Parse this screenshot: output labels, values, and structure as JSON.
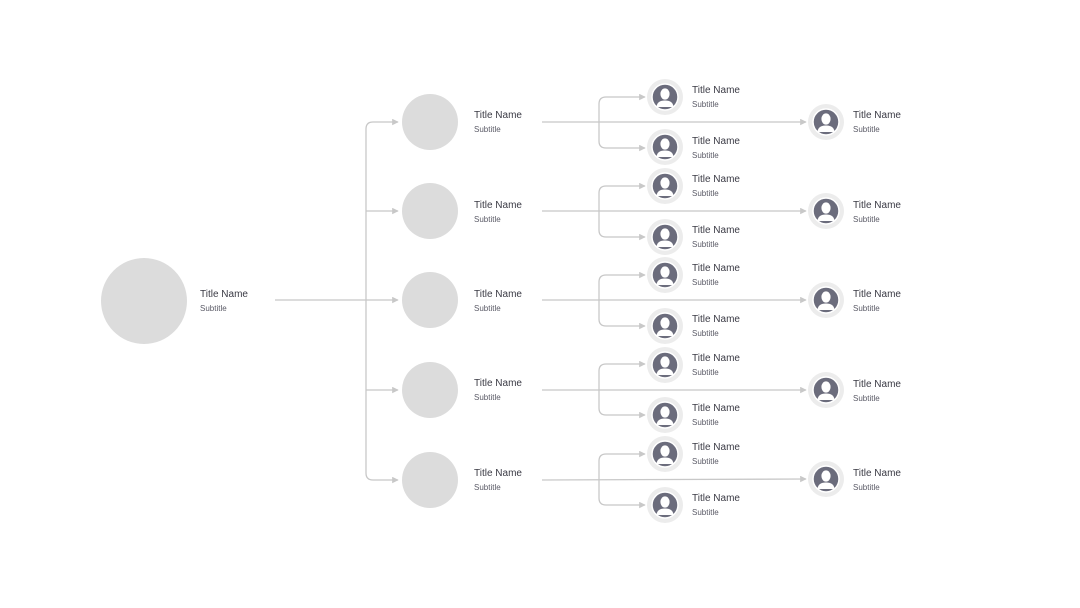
{
  "colors": {
    "connector": "#c8c8c8",
    "placeholder_circle": "#dcdcdc",
    "avatar_bg": "#ececec",
    "avatar_ring": "#ffffff",
    "avatar_figure": "#6b6c7c",
    "title_text": "#3a3a44",
    "subtitle_text": "#5a5a66"
  },
  "root": {
    "title": "Title Name",
    "subtitle": "Subtitle",
    "icon": "placeholder-circle"
  },
  "branches": [
    {
      "title": "Title Name",
      "subtitle": "Subtitle",
      "icon": "placeholder-circle",
      "children": [
        {
          "title": "Title Name",
          "subtitle": "Subtitle",
          "icon": "user-avatar-icon"
        },
        {
          "title": "Title Name",
          "subtitle": "Subtitle",
          "icon": "user-avatar-icon"
        }
      ],
      "leaf": {
        "title": "Title Name",
        "subtitle": "Subtitle",
        "icon": "user-avatar-icon"
      }
    },
    {
      "title": "Title Name",
      "subtitle": "Subtitle",
      "icon": "placeholder-circle",
      "children": [
        {
          "title": "Title Name",
          "subtitle": "Subtitle",
          "icon": "user-avatar-icon"
        },
        {
          "title": "Title Name",
          "subtitle": "Subtitle",
          "icon": "user-avatar-icon"
        }
      ],
      "leaf": {
        "title": "Title Name",
        "subtitle": "Subtitle",
        "icon": "user-avatar-icon"
      }
    },
    {
      "title": "Title Name",
      "subtitle": "Subtitle",
      "icon": "placeholder-circle",
      "children": [
        {
          "title": "Title Name",
          "subtitle": "Subtitle",
          "icon": "user-avatar-icon"
        },
        {
          "title": "Title Name",
          "subtitle": "Subtitle",
          "icon": "user-avatar-icon"
        }
      ],
      "leaf": {
        "title": "Title Name",
        "subtitle": "Subtitle",
        "icon": "user-avatar-icon"
      }
    },
    {
      "title": "Title Name",
      "subtitle": "Subtitle",
      "icon": "placeholder-circle",
      "children": [
        {
          "title": "Title Name",
          "subtitle": "Subtitle",
          "icon": "user-avatar-icon"
        },
        {
          "title": "Title Name",
          "subtitle": "Subtitle",
          "icon": "user-avatar-icon"
        }
      ],
      "leaf": {
        "title": "Title Name",
        "subtitle": "Subtitle",
        "icon": "user-avatar-icon"
      }
    },
    {
      "title": "Title Name",
      "subtitle": "Subtitle",
      "icon": "placeholder-circle",
      "children": [
        {
          "title": "Title Name",
          "subtitle": "Subtitle",
          "icon": "user-avatar-icon"
        },
        {
          "title": "Title Name",
          "subtitle": "Subtitle",
          "icon": "user-avatar-icon"
        }
      ],
      "leaf": {
        "title": "Title Name",
        "subtitle": "Subtitle",
        "icon": "user-avatar-icon"
      }
    }
  ]
}
